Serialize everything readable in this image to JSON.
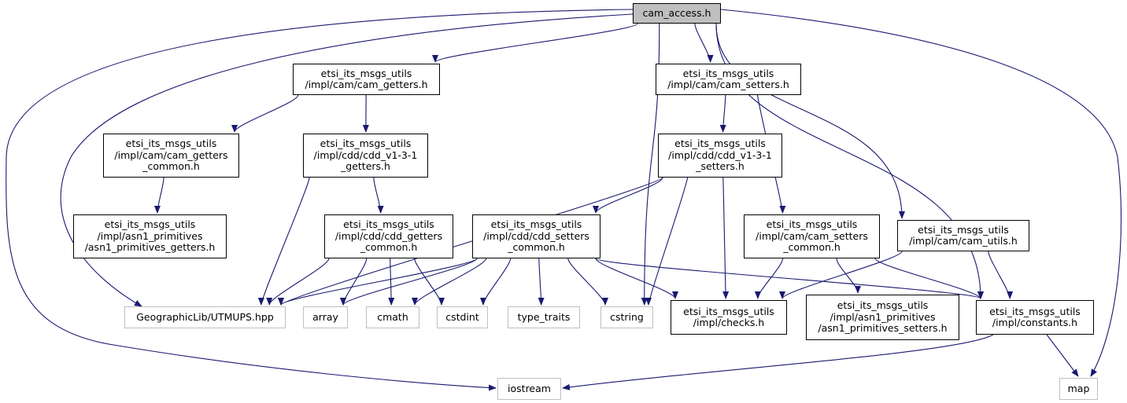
{
  "nodes": [
    {
      "id": "cam_access",
      "kind": "root",
      "lines": [
        "cam_access.h"
      ]
    },
    {
      "id": "cam_getters",
      "kind": "doc",
      "lines": [
        "etsi_its_msgs_utils",
        "/impl/cam/cam_getters.h"
      ]
    },
    {
      "id": "cam_setters",
      "kind": "doc",
      "lines": [
        "etsi_its_msgs_utils",
        "/impl/cam/cam_setters.h"
      ]
    },
    {
      "id": "cam_getters_common",
      "kind": "doc",
      "lines": [
        "etsi_its_msgs_utils",
        "/impl/cam/cam_getters",
        "_common.h"
      ]
    },
    {
      "id": "cdd_getters",
      "kind": "doc",
      "lines": [
        "etsi_its_msgs_utils",
        "/impl/cdd/cdd_v1-3-1",
        "_getters.h"
      ]
    },
    {
      "id": "cdd_setters",
      "kind": "doc",
      "lines": [
        "etsi_its_msgs_utils",
        "/impl/cdd/cdd_v1-3-1",
        "_setters.h"
      ]
    },
    {
      "id": "asn1_getters",
      "kind": "doc",
      "lines": [
        "etsi_its_msgs_utils",
        "/impl/asn1_primitives",
        "/asn1_primitives_getters.h"
      ]
    },
    {
      "id": "cdd_getters_common",
      "kind": "doc",
      "lines": [
        "etsi_its_msgs_utils",
        "/impl/cdd/cdd_getters",
        "_common.h"
      ]
    },
    {
      "id": "cdd_setters_common",
      "kind": "doc",
      "lines": [
        "etsi_its_msgs_utils",
        "/impl/cdd/cdd_setters",
        "_common.h"
      ]
    },
    {
      "id": "cam_setters_common",
      "kind": "doc",
      "lines": [
        "etsi_its_msgs_utils",
        "/impl/cam/cam_setters",
        "_common.h"
      ]
    },
    {
      "id": "cam_utils",
      "kind": "doc",
      "lines": [
        "etsi_its_msgs_utils",
        "/impl/cam/cam_utils.h"
      ]
    },
    {
      "id": "utmups",
      "kind": "sys",
      "lines": [
        "GeographicLib/UTMUPS.hpp"
      ]
    },
    {
      "id": "array",
      "kind": "sys",
      "lines": [
        "array"
      ]
    },
    {
      "id": "cmath",
      "kind": "sys",
      "lines": [
        "cmath"
      ]
    },
    {
      "id": "cstdint",
      "kind": "sys",
      "lines": [
        "cstdint"
      ]
    },
    {
      "id": "type_traits",
      "kind": "sys",
      "lines": [
        "type_traits"
      ]
    },
    {
      "id": "cstring",
      "kind": "sys",
      "lines": [
        "cstring"
      ]
    },
    {
      "id": "checks",
      "kind": "doc",
      "lines": [
        "etsi_its_msgs_utils",
        "/impl/checks.h"
      ]
    },
    {
      "id": "asn1_setters",
      "kind": "doc",
      "lines": [
        "etsi_its_msgs_utils",
        "/impl/asn1_primitives",
        "/asn1_primitives_setters.h"
      ]
    },
    {
      "id": "constants",
      "kind": "doc",
      "lines": [
        "etsi_its_msgs_utils",
        "/impl/constants.h"
      ]
    },
    {
      "id": "iostream",
      "kind": "sys",
      "lines": [
        "iostream"
      ]
    },
    {
      "id": "map",
      "kind": "sys",
      "lines": [
        "map"
      ]
    }
  ],
  "edges": [
    [
      "cam_access",
      "cam_getters"
    ],
    [
      "cam_access",
      "cam_setters"
    ],
    [
      "cam_access",
      "cstring"
    ],
    [
      "cam_access",
      "utmups"
    ],
    [
      "cam_access",
      "iostream"
    ],
    [
      "cam_access",
      "cam_utils"
    ],
    [
      "cam_access",
      "constants"
    ],
    [
      "cam_access",
      "map"
    ],
    [
      "cam_getters",
      "cam_getters_common"
    ],
    [
      "cam_getters",
      "cdd_getters"
    ],
    [
      "cam_getters_common",
      "asn1_getters"
    ],
    [
      "cdd_getters",
      "utmups"
    ],
    [
      "cdd_getters",
      "cdd_getters_common"
    ],
    [
      "cdd_getters_common",
      "utmups"
    ],
    [
      "cdd_getters_common",
      "array"
    ],
    [
      "cdd_getters_common",
      "cmath"
    ],
    [
      "cdd_getters_common",
      "cstdint"
    ],
    [
      "cam_setters",
      "cdd_setters"
    ],
    [
      "cam_setters",
      "cam_setters_common"
    ],
    [
      "cdd_setters",
      "utmups"
    ],
    [
      "cdd_setters",
      "cdd_setters_common"
    ],
    [
      "cdd_setters",
      "cstring"
    ],
    [
      "cdd_setters",
      "checks"
    ],
    [
      "cdd_setters_common",
      "utmups"
    ],
    [
      "cdd_setters_common",
      "array"
    ],
    [
      "cdd_setters_common",
      "cmath"
    ],
    [
      "cdd_setters_common",
      "cstdint"
    ],
    [
      "cdd_setters_common",
      "type_traits"
    ],
    [
      "cdd_setters_common",
      "cstring"
    ],
    [
      "cdd_setters_common",
      "checks"
    ],
    [
      "cdd_setters_common",
      "constants"
    ],
    [
      "cam_setters_common",
      "checks"
    ],
    [
      "cam_setters_common",
      "asn1_setters"
    ],
    [
      "cam_setters_common",
      "constants"
    ],
    [
      "cam_utils",
      "checks"
    ],
    [
      "cam_utils",
      "constants"
    ],
    [
      "constants",
      "iostream"
    ],
    [
      "constants",
      "map"
    ]
  ],
  "colors": {
    "edge": "#191970",
    "sys_border": "#bfbfbf",
    "root_fill": "#bfbfbf",
    "node_border": "#000000"
  }
}
